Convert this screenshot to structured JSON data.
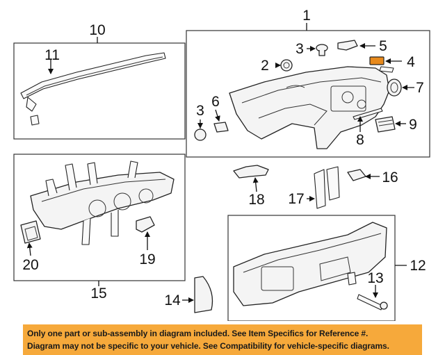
{
  "callouts": {
    "c1": "1",
    "c2": "2",
    "c3a": "3",
    "c3b": "3",
    "c4": "4",
    "c5": "5",
    "c6": "6",
    "c7": "7",
    "c8": "8",
    "c9": "9",
    "c10": "10",
    "c11": "11",
    "c12": "12",
    "c13": "13",
    "c14": "14",
    "c15": "15",
    "c16": "16",
    "c17": "17",
    "c18": "18",
    "c19": "19",
    "c20": "20"
  },
  "highlight_color": "#e88a1c",
  "footer": {
    "background": "#f6a93b",
    "line1": "Only one part or sub-assembly in diagram included. See Item Specifics for Reference #.",
    "line2": "Diagram may not be specific to your vehicle. See Compatibility for vehicle-specific diagrams."
  }
}
